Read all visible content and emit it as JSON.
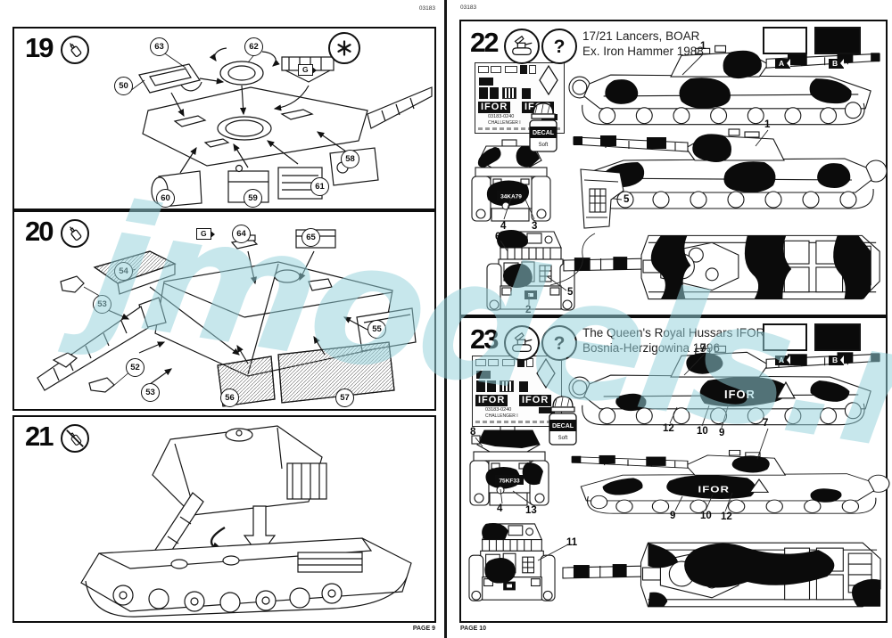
{
  "watermark": "jmodels.net",
  "icons": {
    "question_glyph": "?"
  },
  "left_page": {
    "code": "03183",
    "page_label": "PAGE 9",
    "step19": {
      "number": "19",
      "sprue_tag": "G",
      "callouts": {
        "c63": "63",
        "c62": "62",
        "c50": "50",
        "c58": "58",
        "c61": "61",
        "c59": "59",
        "c60": "60"
      }
    },
    "step20": {
      "number": "20",
      "sprue_tag": "G",
      "callouts": {
        "c64": "64",
        "c65": "65",
        "c54": "54",
        "c53a": "53",
        "c52": "52",
        "c53b": "53",
        "c55": "55",
        "c56": "56",
        "c57": "57"
      }
    },
    "step21": {
      "number": "21"
    }
  },
  "right_page": {
    "code": "03183",
    "page_label": "PAGE 10",
    "step22": {
      "number": "22",
      "title_line1": "17/21 Lancers, BOAR",
      "title_line2": "Ex. Iron Hammer 1988",
      "paint_a_label": "A",
      "paint_b_label": "B",
      "paint_a_color": "#ffffff",
      "paint_b_color": "#000000",
      "decal_sheet": {
        "ifor_left": "IFOR",
        "ifor_right": "IFOR",
        "code": "03183-0240",
        "kit": "CHALLENGER I"
      },
      "bottle": {
        "line1": "DECAL",
        "line2": "Soft"
      },
      "number_plate": "34KA79",
      "callouts": {
        "side_left": "1",
        "front_a": "4",
        "front_b": "3",
        "rear_a": "6",
        "rear_b": "2",
        "rear_c": "5",
        "detail": "5",
        "side_right": "1"
      }
    },
    "step23": {
      "number": "23",
      "title_line1": "The Queen's Royal Hussars  IFOR",
      "title_line2": "Bosnia-Herzigowina 1996",
      "paint_a_label": "A",
      "paint_b_label": "B",
      "paint_a_color": "#ffffff",
      "paint_b_color": "#000000",
      "decal_sheet": {
        "ifor_left": "IFOR",
        "ifor_right": "IFOR",
        "code": "03183-0240",
        "kit": "CHALLENGER I"
      },
      "bottle": {
        "line1": "DECAL",
        "line2": "Soft"
      },
      "number_plate": "75KF33",
      "hull_text": "IFOR",
      "callouts": {
        "side_left_top": "7",
        "side_left_a": "12",
        "side_left_b": "10",
        "side_left_c": "9",
        "front_top": "8",
        "front_a": "4",
        "front_b": "13",
        "rear": "11",
        "side_right_top": "7",
        "side_right_a": "9",
        "side_right_b": "10",
        "side_right_c": "12"
      }
    }
  }
}
